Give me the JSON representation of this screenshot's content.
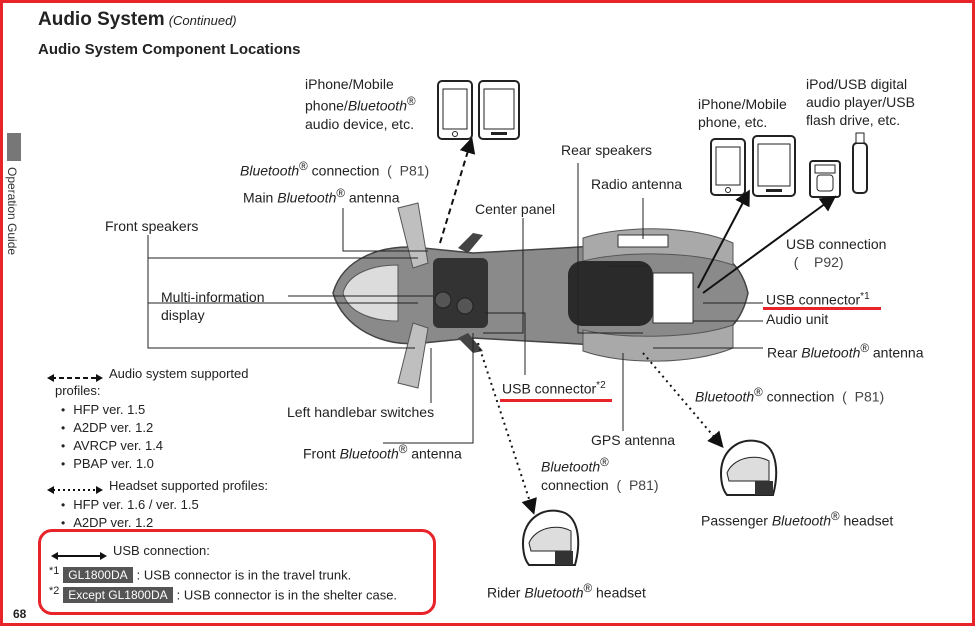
{
  "header": {
    "title": "Audio System",
    "title_sub": "(Continued)",
    "subtitle": "Audio System Component Locations"
  },
  "side_tab": {
    "label": "Operation Guide"
  },
  "labels": {
    "iphone_bt_1": "iPhone/Mobile",
    "iphone_bt_2": "phone/",
    "iphone_bt_2i": "Bluetooth",
    "iphone_bt_3": "audio device, etc.",
    "bt_conn_top_i": "Bluetooth",
    "bt_conn_top": " connection",
    "bt_conn_top_ref": "P81",
    "main_bt_antenna_a": "Main ",
    "main_bt_antenna_i": "Bluetooth",
    "main_bt_antenna_b": " antenna",
    "front_speakers": "Front speakers",
    "center_panel": "Center panel",
    "multi_info_1": "Multi-information",
    "multi_info_2": "display",
    "rear_speakers": "Rear speakers",
    "radio_antenna": "Radio antenna",
    "iphone_right_1": "iPhone/Mobile",
    "iphone_right_2": "phone, etc.",
    "ipod_1": "iPod/USB digital",
    "ipod_2": "audio player/USB",
    "ipod_3": "flash drive, etc.",
    "usb_connection": "USB connection",
    "usb_connection_ref": "P92",
    "usb_connector_1": "USB connector",
    "usb_connector_1_sup": "*1",
    "audio_unit": "Audio unit",
    "rear_bt_antenna_a": "Rear ",
    "rear_bt_antenna_i": "Bluetooth",
    "rear_bt_antenna_b": " antenna",
    "bt_conn_right_i": "Bluetooth",
    "bt_conn_right": " connection",
    "bt_conn_right_ref": "P81",
    "usb_connector_2": "USB connector",
    "usb_connector_2_sup": "*2",
    "left_handlebar": "Left handlebar switches",
    "front_bt_antenna_a": "Front ",
    "front_bt_antenna_i": "Bluetooth",
    "front_bt_antenna_b": " antenna",
    "gps_antenna": "GPS antenna",
    "bt_conn_bottom_i": "Bluetooth",
    "bt_conn_bottom": "connection",
    "bt_conn_bottom_ref": "P81",
    "passenger_headset_a": "Passenger ",
    "passenger_headset_i": "Bluetooth",
    "passenger_headset_b": " headset",
    "rider_headset_a": "Rider ",
    "rider_headset_i": "Bluetooth",
    "rider_headset_b": " headset",
    "registered": "®"
  },
  "profiles": {
    "audio_title": "Audio system supported",
    "audio_title_2": "profiles:",
    "audio_items": [
      "HFP ver. 1.5",
      "A2DP ver. 1.2",
      "AVRCP ver. 1.4",
      "PBAP ver. 1.0"
    ],
    "headset_title": "Headset supported profiles:",
    "headset_items": [
      "HFP ver. 1.6 / ver. 1.5",
      "A2DP ver. 1.2"
    ]
  },
  "notes": {
    "usb_legend": "USB connection:",
    "note1_mark": "*1",
    "note1_tag": "GL1800DA",
    "note1_text": ": USB connector is in the travel trunk.",
    "note2_mark": "*2",
    "note2_tag": "Except GL1800DA",
    "note2_text": ": USB connector is in the shelter case."
  },
  "page_number": "68",
  "colors": {
    "highlight_red": "#e8232a",
    "tag_gray": "#555555"
  }
}
